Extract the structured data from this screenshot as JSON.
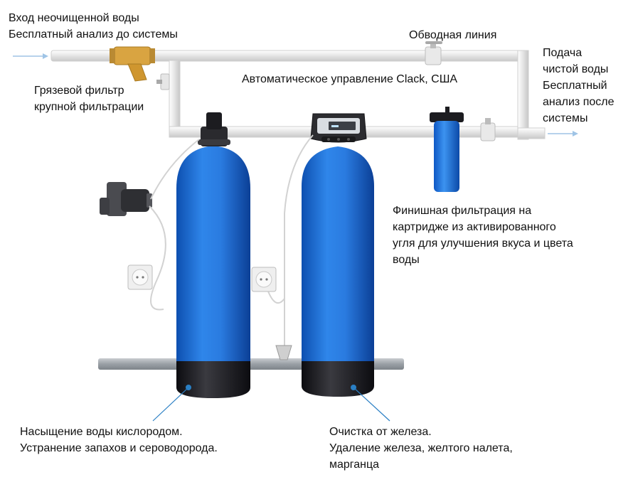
{
  "labels": {
    "inlet": [
      "Вход неочищенной воды",
      "Бесплатный анализ до системы"
    ],
    "bypass": [
      "Обводная линия"
    ],
    "outlet": [
      "Подача",
      "чистой воды",
      "Бесплатный",
      "анализ после",
      "системы"
    ],
    "mud_filter": [
      "Грязевой фильтр",
      "крупной фильтрации"
    ],
    "control": [
      "Автоматическое управление Clack, США"
    ],
    "finish_filter": [
      "Финишная фильтрация на",
      "картридже из активированного",
      "угля для улучшения вкуса и цвета",
      "воды"
    ],
    "aeration": [
      "Насыщение воды кислородом.",
      "Устранение запахов и сероводорода."
    ],
    "iron": [
      "Очистка от железа.",
      "Удаление железа, желтого налета,",
      "марганца"
    ]
  },
  "colors": {
    "tank_blue": "#1f6fd6",
    "tank_dark": "#1e1e22",
    "pipe": "#eaeaea",
    "brass": "#d9a441",
    "leader": "#2a7fc4"
  }
}
